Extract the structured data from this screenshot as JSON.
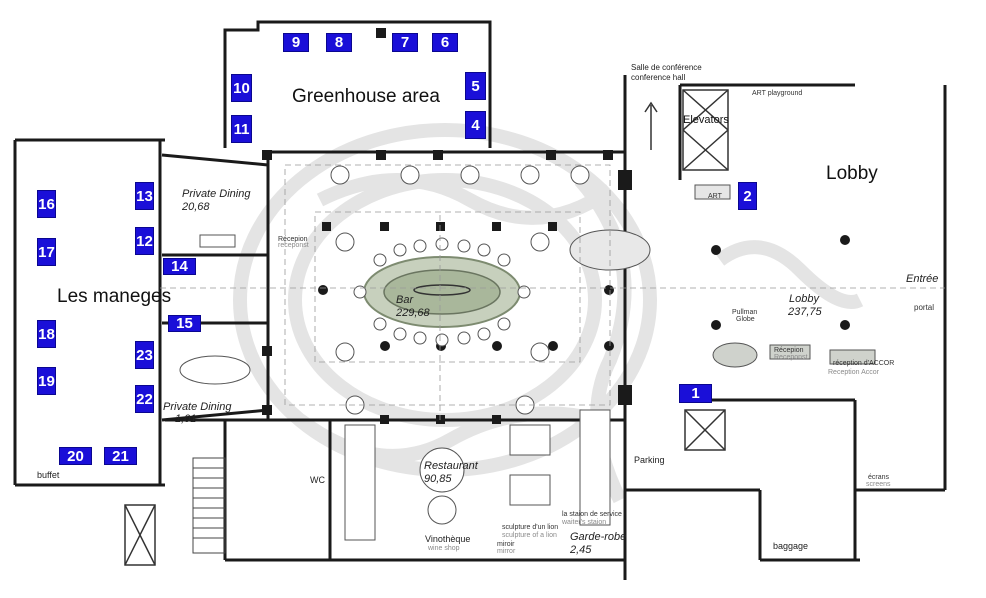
{
  "markers": [
    "1",
    "2",
    "4",
    "5",
    "6",
    "7",
    "8",
    "9",
    "10",
    "11",
    "12",
    "13",
    "14",
    "15",
    "16",
    "17",
    "18",
    "19",
    "20",
    "21",
    "22",
    "23"
  ],
  "zones": {
    "greenhouse": "Greenhouse area",
    "lobby_title": "Lobby",
    "maneges": "Les maneges",
    "elevators": "Elevators",
    "entree": "Entrée",
    "portal": "portal",
    "salle_conf": "Salle de conférence",
    "conf_hall": "conference hall",
    "parking": "Parking",
    "baggage": "baggage",
    "buffet": "buffet",
    "wc": "WC",
    "art": "ART",
    "art_playground": "ART playground"
  },
  "rooms": {
    "private_dining_top": "Private Dining",
    "private_dining_top_area": "20,68",
    "private_dining_bottom": "Private Dining",
    "private_dining_bottom_area": "1,01",
    "bar": "Bar",
    "bar_area": "229,68",
    "lobby_room": "Lobby",
    "lobby_area": "237,75",
    "restaurant": "Restaurant",
    "restaurant_area": "90,85",
    "garde_robe": "Garde-robe",
    "garde_robe_area": "2,45",
    "vinotheque": "Vinothèque"
  },
  "small_labels": {
    "wine_shop": "wine shop",
    "mirror_fr": "miroir",
    "mirror_en": "mirror",
    "lion_fr": "sculpture d'un lion",
    "lion_en": "sculpture of a lion",
    "station_fr": "la staion de service",
    "station_en": "waiter's staion",
    "pullman_globe_1": "Pullman",
    "pullman_globe_2": "Globe",
    "reception_fr": "Récepion",
    "reception_en": "Receponst",
    "accor_fr": "réception d'ACCOR",
    "accor_en": "Reception Accor",
    "ecrans": "écrans",
    "ecrans_en": "screens",
    "reception_small": "Récepion",
    "reception_small_en": "receponst"
  },
  "colors": {
    "marker": "#1a0fd8",
    "wall": "#1a1a1a",
    "floor_pattern": "#e6e6e6",
    "bar_green": "#a9b79b"
  }
}
